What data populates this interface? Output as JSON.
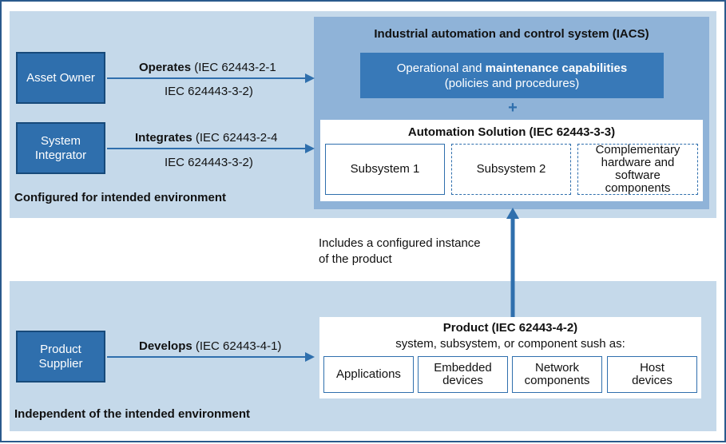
{
  "zones": {
    "top_label": "Configured for intended environment",
    "bottom_label": "Independent of the intended environment"
  },
  "actors": {
    "asset_owner": "Asset Owner",
    "system_integrator": "System Integrator",
    "product_supplier": "Product Supplier"
  },
  "relations": {
    "operates": {
      "verb": "Operates",
      "std": "(IEC 62443-2-1",
      "std2": "IEC 624443-3-2)"
    },
    "integrates": {
      "verb": "Integrates",
      "std": "(IEC 62443-2-4",
      "std2": "IEC 624443-3-2)"
    },
    "develops": {
      "verb": "Develops",
      "std": "(IEC 62443-4-1)"
    }
  },
  "iacs": {
    "title": "Industrial automation and control system (IACS)",
    "capabilities_pre": "Operational and ",
    "capabilities_bold": "maintenance capabilities",
    "capabilities_sub": "(policies and procedures)",
    "plus": "+"
  },
  "automation_solution": {
    "title": "Automation Solution (IEC 62443-3-3)",
    "subsystem1": "Subsystem 1",
    "subsystem2": "Subsystem 2",
    "complementary": "Complementary hardware and software components"
  },
  "includes_note": {
    "line1": "Includes a configured instance",
    "line2": "of the product"
  },
  "product": {
    "title": "Product (IEC 62443-4-2)",
    "subtitle": "system, subsystem, or component sush as:",
    "items": [
      "Applications",
      "Embedded devices",
      "Network components",
      "Host devices"
    ]
  },
  "colors": {
    "frame": "#2a5a8c",
    "zone_bg": "#c5d9ea",
    "actor_bg": "#2f6fad",
    "iacs_bg": "#8fb3d8",
    "capabilities_bg": "#3879b8",
    "arrow": "#2f6fad"
  }
}
